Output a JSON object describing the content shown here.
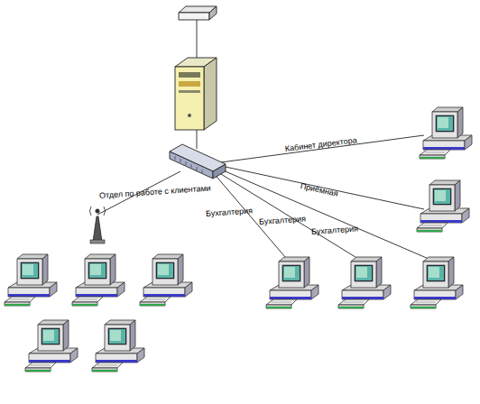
{
  "diagram": {
    "labels": [
      "Кабинет директора",
      "Приёмная",
      "Бухгалтерия",
      "Бухгалтерия",
      "Бухгалтерия",
      "Отдел по работе с клиентами"
    ]
  }
}
